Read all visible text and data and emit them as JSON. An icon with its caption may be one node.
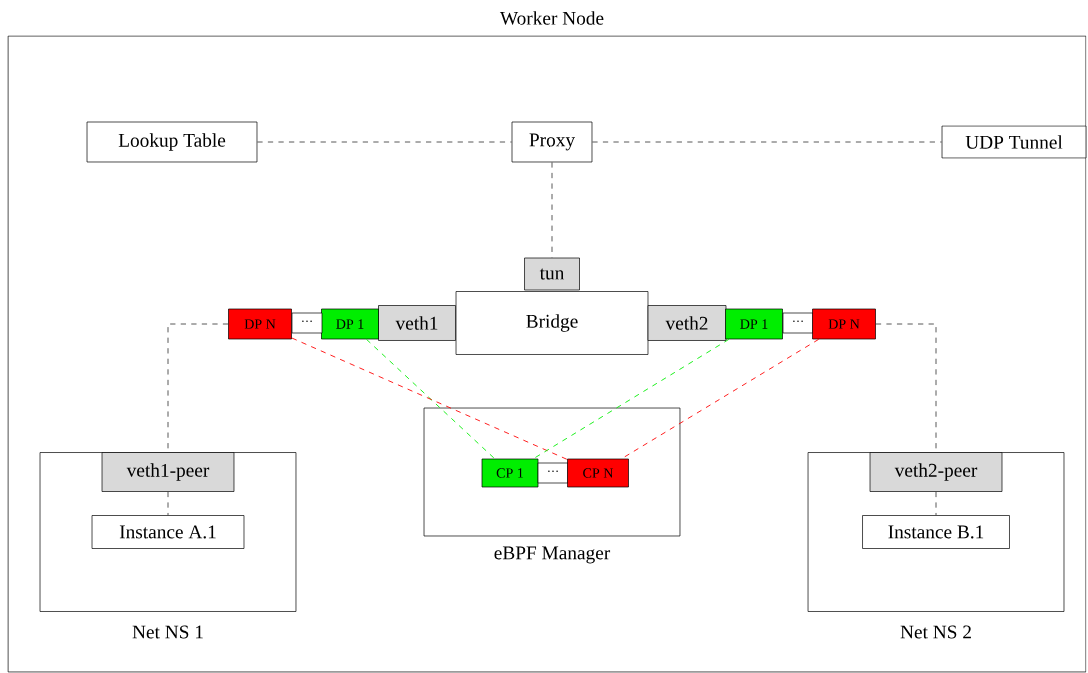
{
  "diagram": {
    "nodes": [
      {
        "text": [
          "Worker Node"
        ]
      },
      {
        "text": [
          "Lookup Table"
        ],
        "in": 0
      },
      {
        "text": [
          "Proxy"
        ],
        "in": 0
      },
      {
        "text": [
          "UDP Tunnel"
        ],
        "in": 0
      },
      {
        "text": [
          "tun"
        ],
        "in": 0
      },
      {
        "text": [
          "Bridge"
        ],
        "in": 0
      },
      {
        "text": [
          "veth1"
        ],
        "in": 0
      },
      {
        "text": [
          "DP 1"
        ],
        "in": 0
      },
      {
        "text": [
          "···"
        ],
        "in": 0
      },
      {
        "text": [
          "DP N"
        ],
        "in": 0
      },
      {
        "text": [
          "veth2"
        ],
        "in": 0
      },
      {
        "text": [
          "DP 1"
        ],
        "in": 0
      },
      {
        "text": [
          "···"
        ],
        "in": 0
      },
      {
        "text": [
          "DP N"
        ],
        "in": 0
      },
      {
        "text": [
          "eBPF Manager"
        ],
        "in": 0
      },
      {
        "text": [
          "CP 1"
        ],
        "in": 14
      },
      {
        "text": [
          "···"
        ],
        "in": 14
      },
      {
        "text": [
          "CP N"
        ],
        "in": 14
      },
      {
        "text": [
          "Net NS 1"
        ],
        "in": 0
      },
      {
        "text": [
          "veth1-peer"
        ],
        "in": 18
      },
      {
        "text": [
          "Instance A.1"
        ],
        "in": 18
      },
      {
        "text": [
          "Net NS 2"
        ],
        "in": 0
      },
      {
        "text": [
          "veth2-peer"
        ],
        "in": 21
      },
      {
        "text": [
          "Instance B.1"
        ],
        "in": 21
      }
    ],
    "edges": [
      {
        "from": 1,
        "to": 2,
        "arrow": "none",
        "style": "dashed"
      },
      {
        "from": 2,
        "to": 3,
        "arrow": "none",
        "style": "dashed"
      },
      {
        "from": 2,
        "to": 4,
        "arrow": "none",
        "style": "dashed"
      },
      {
        "from": 9,
        "to": 19,
        "arrow": "none",
        "style": "dashed"
      },
      {
        "from": 13,
        "to": 22,
        "arrow": "none",
        "style": "dashed"
      },
      {
        "from": 19,
        "to": 20,
        "arrow": "none",
        "style": "dashed"
      },
      {
        "from": 22,
        "to": 23,
        "arrow": "none",
        "style": "dashed"
      },
      {
        "from": 7,
        "to": 15,
        "arrow": "none",
        "style": "dashed",
        "color": "#00ee00"
      },
      {
        "from": 9,
        "to": 17,
        "arrow": "none",
        "style": "dashed",
        "color": "#ff0000"
      },
      {
        "from": 11,
        "to": 15,
        "arrow": "none",
        "style": "dashed",
        "color": "#00ee00"
      },
      {
        "from": 13,
        "to": 17,
        "arrow": "none",
        "style": "dashed",
        "color": "#ff0000"
      }
    ]
  }
}
